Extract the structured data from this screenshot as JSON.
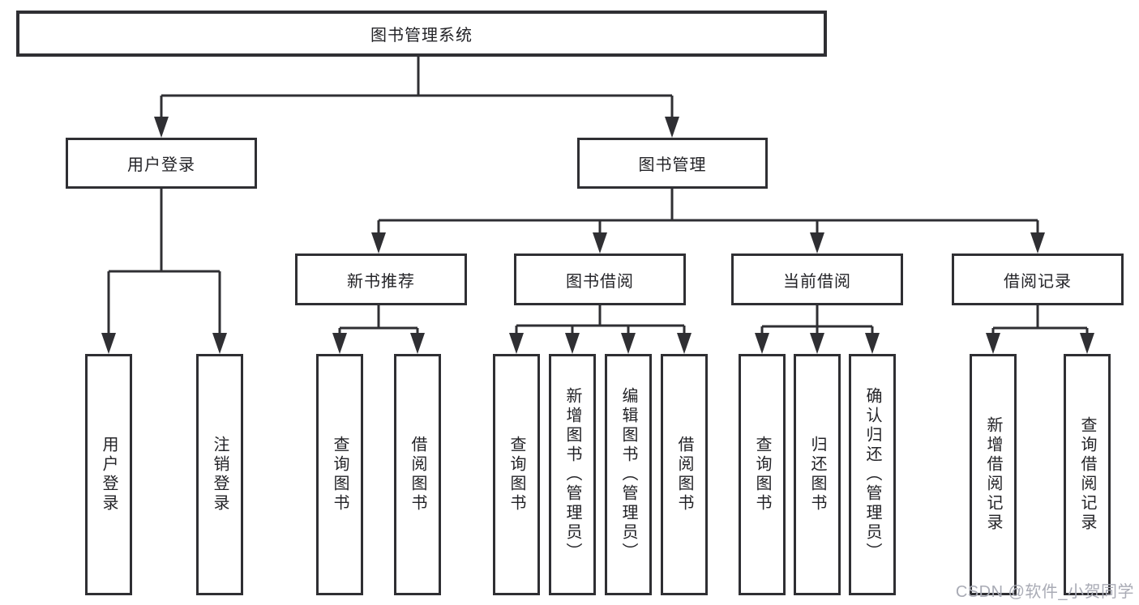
{
  "tree": {
    "label": "图书管理系统",
    "children": [
      {
        "label": "用户登录",
        "children": [
          {
            "label": "用户登录"
          },
          {
            "label": "注销登录"
          }
        ]
      },
      {
        "label": "图书管理",
        "children": [
          {
            "label": "新书推荐",
            "children": [
              {
                "label": "查询图书"
              },
              {
                "label": "借阅图书"
              }
            ]
          },
          {
            "label": "图书借阅",
            "children": [
              {
                "label": "查询图书"
              },
              {
                "label": "新增图书（管理员）"
              },
              {
                "label": "编辑图书（管理员）"
              },
              {
                "label": "借阅图书"
              }
            ]
          },
          {
            "label": "当前借阅",
            "children": [
              {
                "label": "查询图书"
              },
              {
                "label": "归还图书"
              },
              {
                "label": "确认归还（管理员）"
              }
            ]
          },
          {
            "label": "借阅记录",
            "children": [
              {
                "label": "新增借阅记录"
              },
              {
                "label": "查询借阅记录"
              }
            ]
          }
        ]
      }
    ]
  },
  "watermark": {
    "text": "CSDN @软件_小贺同学"
  },
  "colors": {
    "line": "#2f2f33",
    "box_border": "#2f2f33",
    "text": "#232327",
    "background": "#ffffff",
    "watermark": "#a9abb5"
  }
}
